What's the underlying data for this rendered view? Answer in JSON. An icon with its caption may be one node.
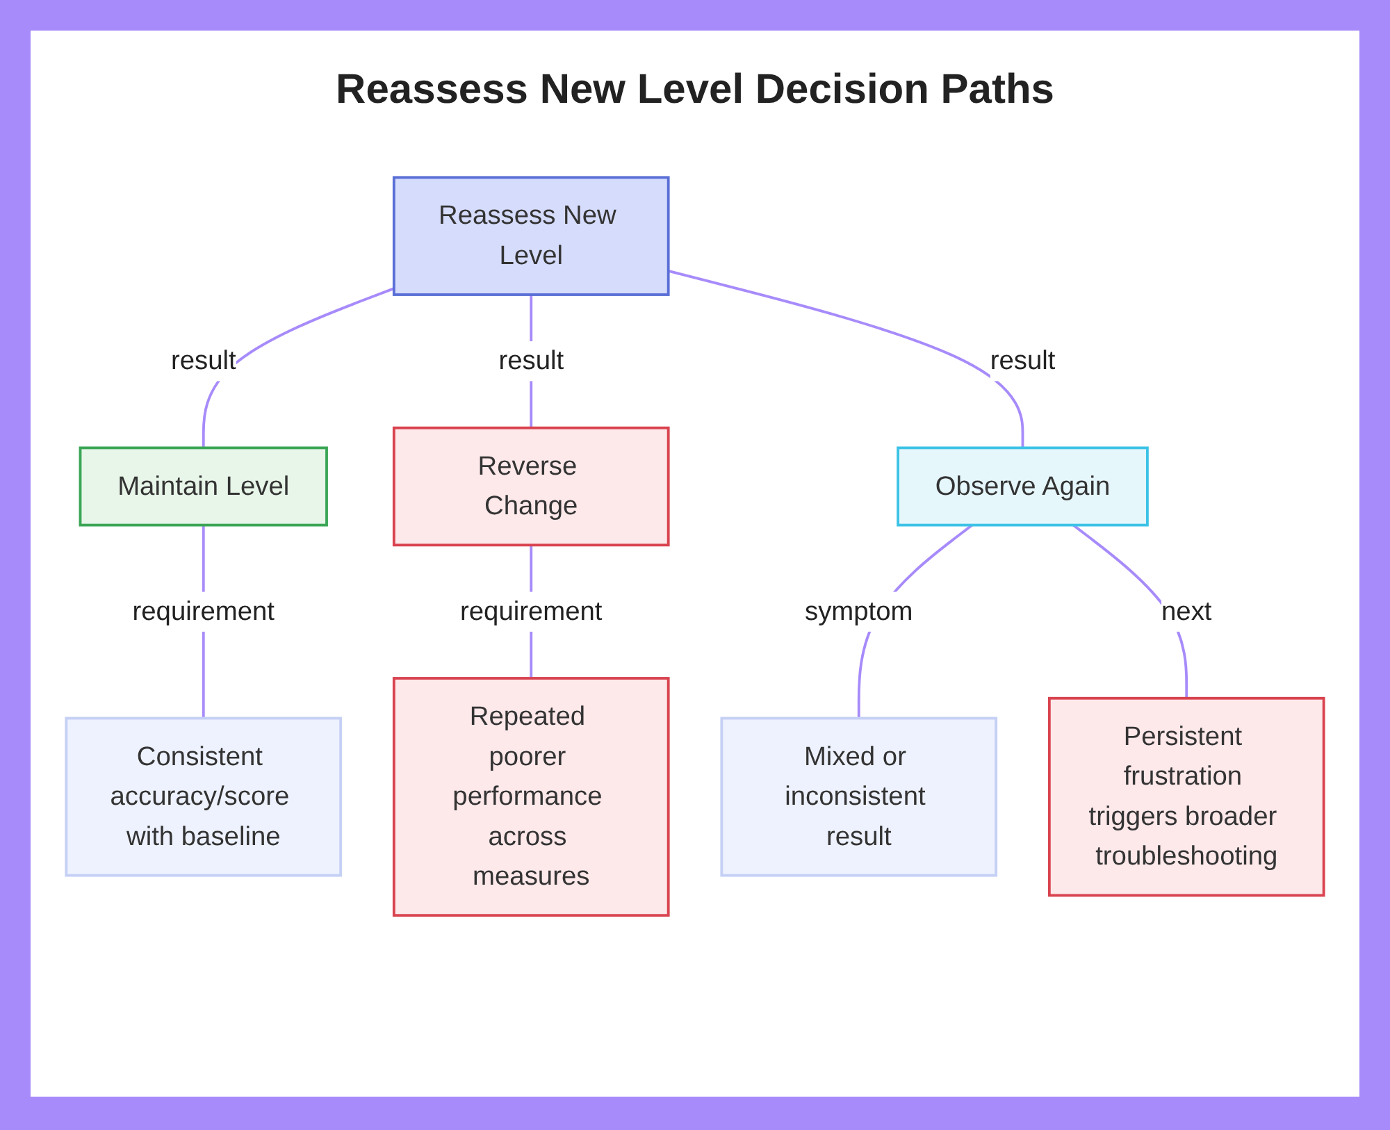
{
  "diagram": {
    "title": "Reassess New Level Decision Paths",
    "nodes": [
      {
        "text": [
          "Reassess New Level"
        ]
      },
      {
        "text": [
          "Maintain Level"
        ]
      },
      {
        "text": [
          "Reverse Change"
        ]
      },
      {
        "text": [
          "Observe Again"
        ]
      },
      {
        "text": [
          "Consistent accuracy/score with baseline"
        ]
      },
      {
        "text": [
          "Repeated poorer performance across measures"
        ]
      },
      {
        "text": [
          "Mixed or inconsistent result"
        ]
      },
      {
        "text": [
          "Persistent frustration triggers broader troubleshooting"
        ]
      }
    ],
    "edges": [
      {
        "from": 0,
        "to": 1,
        "arrow": "none",
        "label": "result"
      },
      {
        "from": 0,
        "to": 2,
        "arrow": "none",
        "label": "result"
      },
      {
        "from": 0,
        "to": 3,
        "arrow": "none",
        "label": "result"
      },
      {
        "from": 1,
        "to": 4,
        "arrow": "none",
        "label": "requirement"
      },
      {
        "from": 2,
        "to": 5,
        "arrow": "none",
        "label": "requirement"
      },
      {
        "from": 3,
        "to": 6,
        "arrow": "none",
        "label": "symptom"
      },
      {
        "from": 3,
        "to": 7,
        "arrow": "none",
        "label": "next"
      }
    ]
  }
}
